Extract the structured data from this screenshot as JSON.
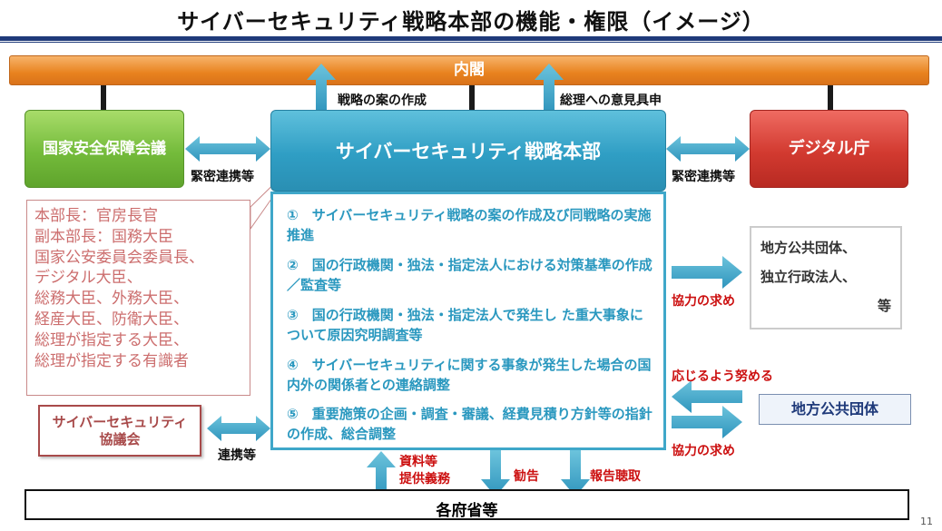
{
  "title": "サイバーセキュリティ戦略本部の機能・権限（イメージ）",
  "cabinet": "内閣",
  "hq": "サイバーセキュリティ戦略本部",
  "nsc": "国家安全保障会議",
  "digital": "デジタル庁",
  "labels": {
    "plan_creation": "戦略の案の作成",
    "pm_opinion": "総理への意見具申",
    "close_coop_left": "緊密連携等",
    "close_coop_right": "緊密連携等",
    "coop": "連携等",
    "request_coop_1": "協力の求め",
    "request_coop_2": "協力の求め",
    "respond": "応じるよう努める",
    "data_provide": "資料等\n提供義務",
    "recommend": "勧告",
    "report": "報告聴取"
  },
  "members": [
    "本部長：官房長官",
    "副本部長：国務大臣",
    "国家公安委員会委員長、",
    "デジタル大臣、",
    "総務大臣、外務大臣、",
    "経産大臣、防衛大臣、",
    "総理が指定する大臣、",
    "総理が指定する有識者"
  ],
  "functions": [
    "①　サイバーセキュリティ戦略の案の作成及び同戦略の実施推進",
    "②　国の行政機関・独法・指定法人における対策基準の作成／監査等",
    "③　国の行政機関・独法・指定法人で発生し た重大事象について原因究明調査等",
    "④　サイバーセキュリティに関する事象が発生した場合の国内外の関係者との連絡調整",
    "⑤　重要施策の企画・調査・審議、経費見積り方針等の指針の作成、総合調整"
  ],
  "council": "サイバーセキュリティ\n協議会",
  "local1": [
    "地方公共団体、",
    "独立行政法人、",
    "等"
  ],
  "local2": "地方公共団体",
  "ministries": "各府省等",
  "page_number": "11",
  "colors": {
    "arrow": "#4aa8c8",
    "cabinet": "#e8821e",
    "green": "#74bb3b",
    "red": "#d23a30",
    "hq": "#2f9ec4"
  }
}
